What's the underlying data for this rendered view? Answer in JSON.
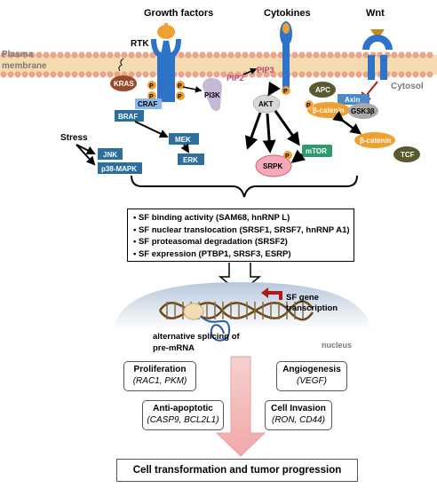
{
  "top_labels": {
    "growth_factors": "Growth factors",
    "cytokines": "Cytokines",
    "wnt": "Wnt",
    "rtk": "RTK",
    "plasma_membrane_line1": "Plasma",
    "plasma_membrane_line2": "membrane",
    "cytosol": "Cytosol",
    "stress": "Stress",
    "nucleus": "nucleus"
  },
  "molecules": {
    "kras": "KRAS",
    "craf": "CRAF",
    "braf": "BRAF",
    "mek": "MEK",
    "erk": "ERK",
    "jnk": "JNK",
    "p38": "p38-MAPK",
    "pi3k": "PI3K",
    "pip2": "PIP2",
    "pip3": "PIP3",
    "akt": "AKT",
    "mtor": "mTOR",
    "srpk": "SRPK",
    "apc": "APC",
    "axin": "Axin",
    "beta_catenin": "β-catenin",
    "gsk3b": "GSK3β",
    "tcf": "TCF",
    "phospho": "P"
  },
  "sf_effects": [
    "• SF binding activity (SAM68, hnRNP L)",
    "• SF nuclear translocation (SRSF1, SRSF7, hnRNP A1)",
    "• SF proteasomal degradation (SRSF2)",
    "• SF expression (PTBP1, SRSF3, ESRP)"
  ],
  "nuclear": {
    "sf_gene_line1": "SF gene",
    "sf_gene_line2": "transcription",
    "splicing_line1": "alternative splicing of",
    "splicing_line2": "pre-mRNA"
  },
  "outcomes": {
    "proliferation": {
      "title": "Proliferation",
      "genes": "(RAC1, PKM)"
    },
    "angiogenesis": {
      "title": "Angiogenesis",
      "genes": "(VEGF)"
    },
    "anti_apoptotic": {
      "title": "Anti-apoptotic",
      "genes": "(CASP9, BCL2L1)"
    },
    "cell_invasion": {
      "title": "Cell Invasion",
      "genes": "(RON, CD44)"
    }
  },
  "final": "Cell transformation and tumor progression",
  "colors": {
    "membrane_head": "#e8a38a",
    "membrane_tail": "#f2d3a0",
    "receptor_blue": "#2e73c8",
    "orange": "#f0a030",
    "kras_brown": "#9a4a2a",
    "mapk_blue": "#2c6f9e",
    "pi3k_lilac": "#c8b8d8",
    "akt_grey": "#d8d8d8",
    "mtor_green": "#2e9a6e",
    "srpk_pink": "#f4a8b8",
    "apc_olive": "#5a5a30",
    "axin_blue": "#4a8ac8",
    "gsk_grey": "#a8a8a8",
    "nucleus_grey": "#c8d4e4",
    "arrow_pink": "#f2b8b8",
    "sf_red": "#b01818"
  }
}
